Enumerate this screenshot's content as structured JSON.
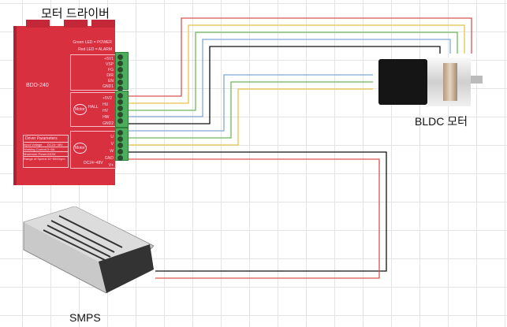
{
  "labels": {
    "driver": "모터 드라이버",
    "motor": "BLDC 모터",
    "smps": "SMPS"
  },
  "driver": {
    "model": "BDD-240",
    "led_green": "Green LED = POWER",
    "led_red": "Red LED = ALARM",
    "control_pins": [
      "+5V1",
      "VSP",
      "FG",
      "DIR",
      "EN",
      "GND1"
    ],
    "hall_pins": [
      "+5V2",
      "HU",
      "HV",
      "HW",
      "GND2"
    ],
    "hall_label": "HALL",
    "motor_label": "Motor",
    "power_pins": [
      "U",
      "V",
      "W",
      "GND",
      "V+"
    ],
    "supply": "DC24~48V",
    "params_title": "Driver Parameters",
    "params": [
      [
        "Input Voltage",
        "DC24~48V"
      ],
      [
        "Working Current",
        "0~8A"
      ],
      [
        "Maximum Power",
        "240W"
      ],
      [
        "Range of Speed",
        "10~5000rpm"
      ]
    ]
  },
  "wire_colors": {
    "red": "#d9534f",
    "yellow": "#e8c24a",
    "green": "#6fb85a",
    "blue": "#7fa8d6",
    "black": "#111111"
  }
}
